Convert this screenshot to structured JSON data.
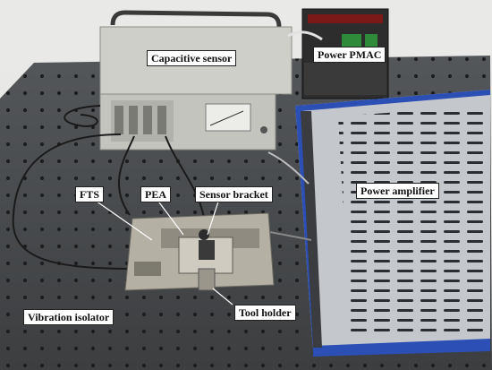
{
  "labels": {
    "capacitive_sensor": "Capacitive sensor",
    "power_pmac": "Power PMAC",
    "power_amplifier": "Power amplifier",
    "fts": "FTS",
    "pea": "PEA",
    "sensor_bracket": "Sensor bracket",
    "vibration_isolator": "Vibration isolator",
    "tool_holder": "Tool holder"
  },
  "colors": {
    "table": "#4a4c4e",
    "table_hole": "#1c1d1e",
    "wall": "#e9e9e7",
    "sensor_body": "#c9c9c4",
    "amplifier_frame": "#2b4fb5",
    "amplifier_lid": "#c4c7cc",
    "pmac": "#2d2d2d",
    "stage": "#b4b0a4"
  }
}
